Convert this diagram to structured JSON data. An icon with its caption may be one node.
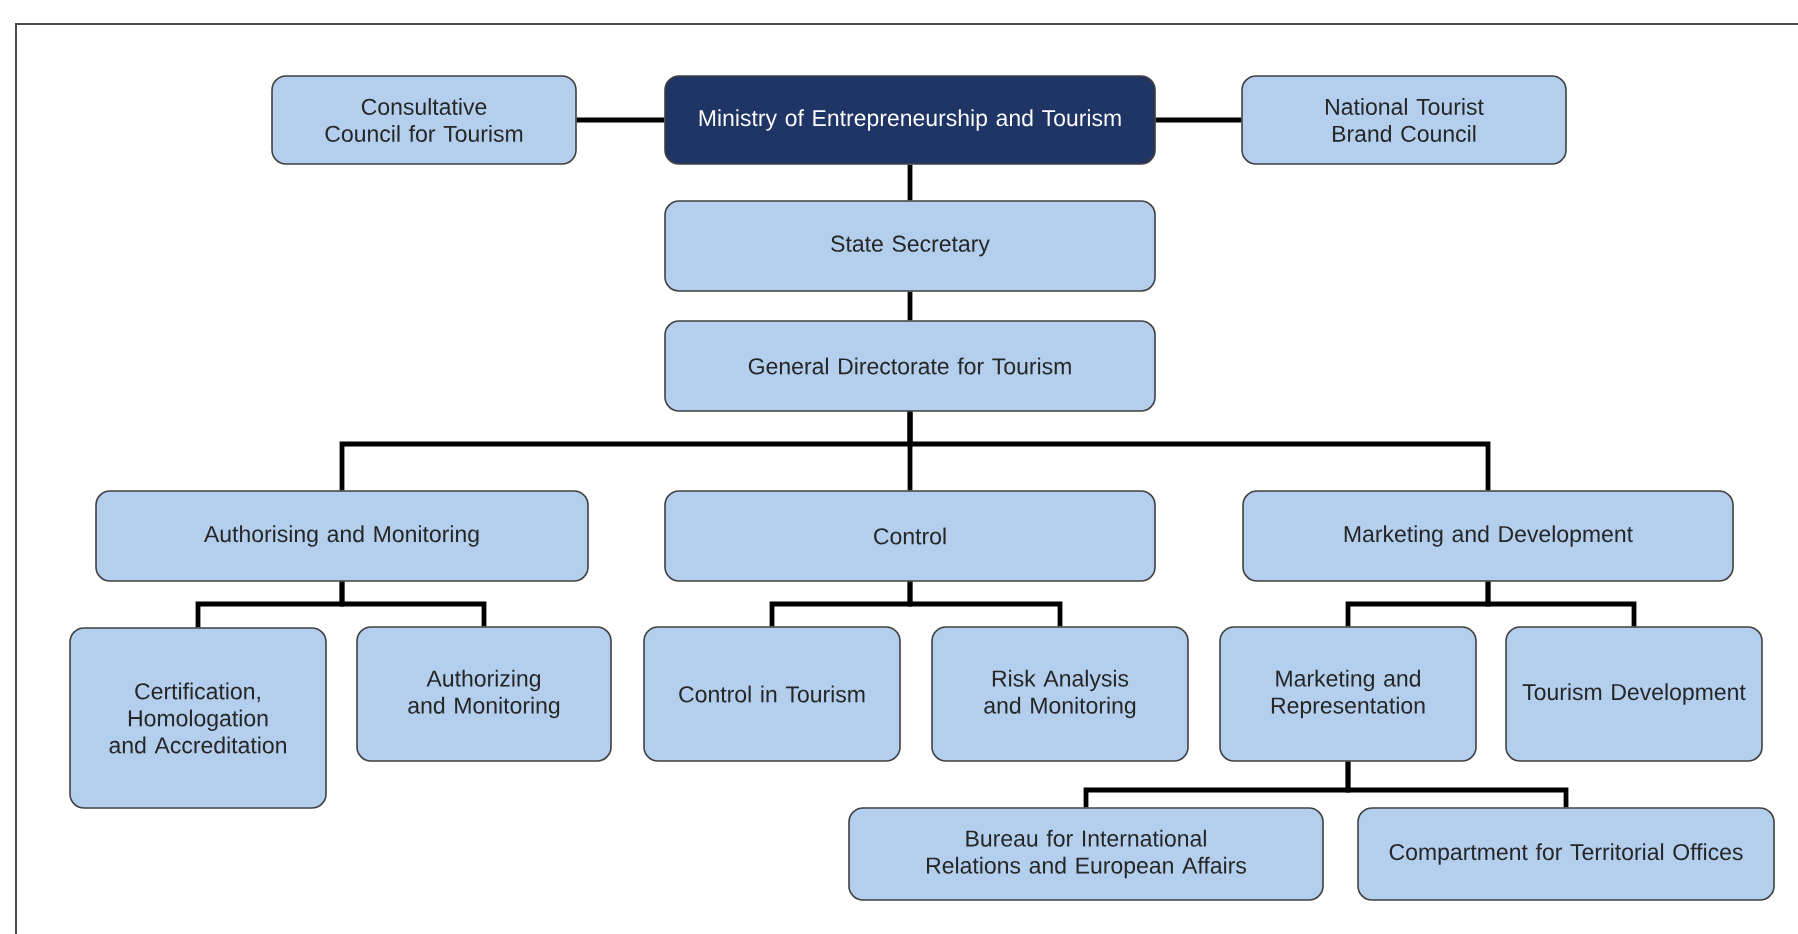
{
  "diagram": {
    "nodes": [
      {
        "text": [
          "Ministry of Entrepreneurship and Tourism"
        ]
      },
      {
        "text": [
          "Consultative Council for Tourism"
        ]
      },
      {
        "text": [
          "National Tourist Brand Council"
        ]
      },
      {
        "text": [
          "State Secretary"
        ]
      },
      {
        "text": [
          "General Directorate for Tourism"
        ]
      },
      {
        "text": [
          "Authorising and Monitoring"
        ]
      },
      {
        "text": [
          "Control"
        ]
      },
      {
        "text": [
          "Marketing and Development"
        ]
      },
      {
        "text": [
          "Certification, Homologation and Accreditation"
        ]
      },
      {
        "text": [
          "Authorizing and Monitoring"
        ]
      },
      {
        "text": [
          "Control in Tourism"
        ]
      },
      {
        "text": [
          "Risk Analysis and Monitoring"
        ]
      },
      {
        "text": [
          "Marketing and Representation"
        ]
      },
      {
        "text": [
          "Tourism Development"
        ]
      },
      {
        "text": [
          "Bureau for International Relations and European Affairs"
        ]
      },
      {
        "text": [
          "Compartment for Territorial Offices"
        ]
      }
    ],
    "edges": [
      {
        "from": 0,
        "to": 1,
        "arrow": "none"
      },
      {
        "from": 0,
        "to": 2,
        "arrow": "none"
      },
      {
        "from": 0,
        "to": 3,
        "arrow": "none"
      },
      {
        "from": 3,
        "to": 4,
        "arrow": "none"
      },
      {
        "from": 4,
        "to": 5,
        "arrow": "none"
      },
      {
        "from": 4,
        "to": 6,
        "arrow": "none"
      },
      {
        "from": 4,
        "to": 7,
        "arrow": "none"
      },
      {
        "from": 5,
        "to": 8,
        "arrow": "none"
      },
      {
        "from": 5,
        "to": 9,
        "arrow": "none"
      },
      {
        "from": 6,
        "to": 10,
        "arrow": "none"
      },
      {
        "from": 6,
        "to": 11,
        "arrow": "none"
      },
      {
        "from": 7,
        "to": 12,
        "arrow": "none"
      },
      {
        "from": 7,
        "to": 13,
        "arrow": "none"
      },
      {
        "from": 12,
        "to": 14,
        "arrow": "none"
      },
      {
        "from": 12,
        "to": 15,
        "arrow": "none"
      }
    ]
  }
}
